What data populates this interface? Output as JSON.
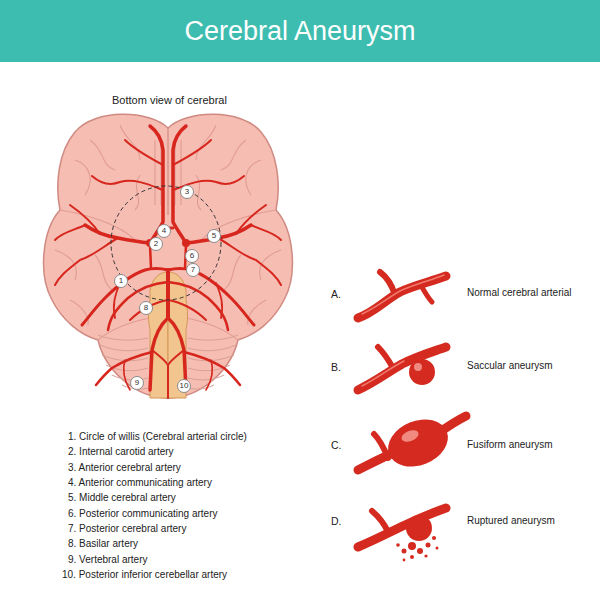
{
  "diagram": {
    "title": "Cerebral Aneurysm",
    "labels": [
      "Bottom view of cerebral",
      "3",
      "4",
      "2",
      "6",
      "7",
      "5",
      "1",
      "8",
      "9",
      "10",
      "1. Circle of willis (Cerebral arterial circle)",
      "2. Internal carotid artery",
      "3. Anterior cerebral artery",
      "4. Anterior communicating artery",
      "5. Middle cerebral artery",
      "6. Posterior communicating artery",
      "7. Posterior cerebral artery",
      "8. Basilar artery",
      "9. Vertebral artery",
      "10. Posterior inferior cerebellar artery",
      "A.",
      "Normal cerebral arterial",
      "B.",
      "Saccular aneurysm",
      "C.",
      "Fusiform aneurysm",
      "D.",
      "Ruptured aneurysm"
    ]
  }
}
